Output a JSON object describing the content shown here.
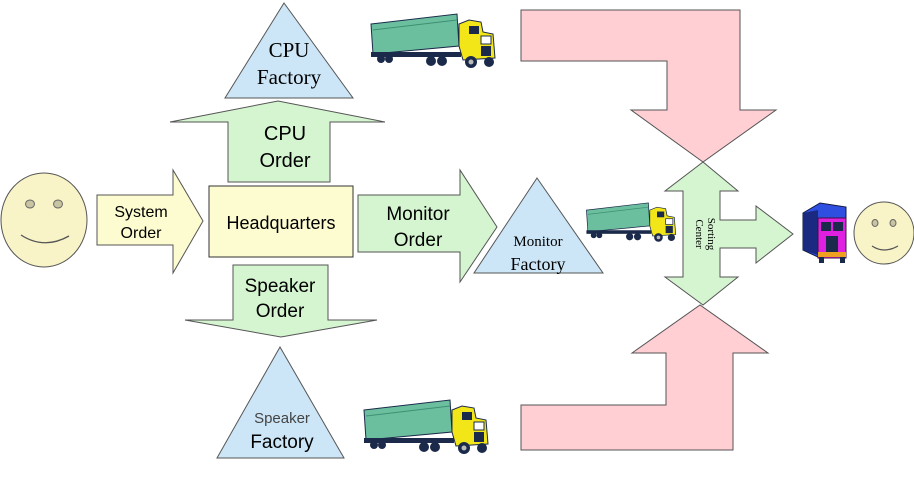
{
  "diagram": {
    "colors": {
      "order_arrow": "#d4f5d0",
      "customer_arrow": "#fdfbd0",
      "factory": "#cce6f7",
      "headquarters": "#fdfbd0",
      "shipping_arrow": "#ffcfd4",
      "smiley": "#f8f4c8",
      "truck_trailer": "#6bbf9f",
      "truck_cab": "#f2e619",
      "delivery_truck_cab": "#e020e0",
      "delivery_truck_box": "#2f4fe0"
    },
    "customer_left": {
      "icon": "smiley-face-icon"
    },
    "system_order": {
      "line1": "System",
      "line2": "Order"
    },
    "headquarters": {
      "label": "Headquarters"
    },
    "cpu_order": {
      "line1": "CPU",
      "line2": "Order"
    },
    "cpu_factory": {
      "line1": "CPU",
      "line2": "Factory"
    },
    "speaker_order": {
      "line1": "Speaker",
      "line2": "Order"
    },
    "speaker_factory": {
      "line1": "Speaker",
      "line2": "Factory"
    },
    "monitor_order": {
      "line1": "Monitor",
      "line2": "Order"
    },
    "monitor_factory": {
      "line1": "Monitor",
      "line2": "Factory"
    },
    "sorting_center": {
      "line1": "Sorting",
      "line2": "Center"
    },
    "trucks": [
      "cpu-truck-icon",
      "monitor-truck-icon",
      "speaker-truck-icon",
      "delivery-truck-icon"
    ],
    "customer_right": {
      "icon": "smiley-face-icon"
    }
  }
}
